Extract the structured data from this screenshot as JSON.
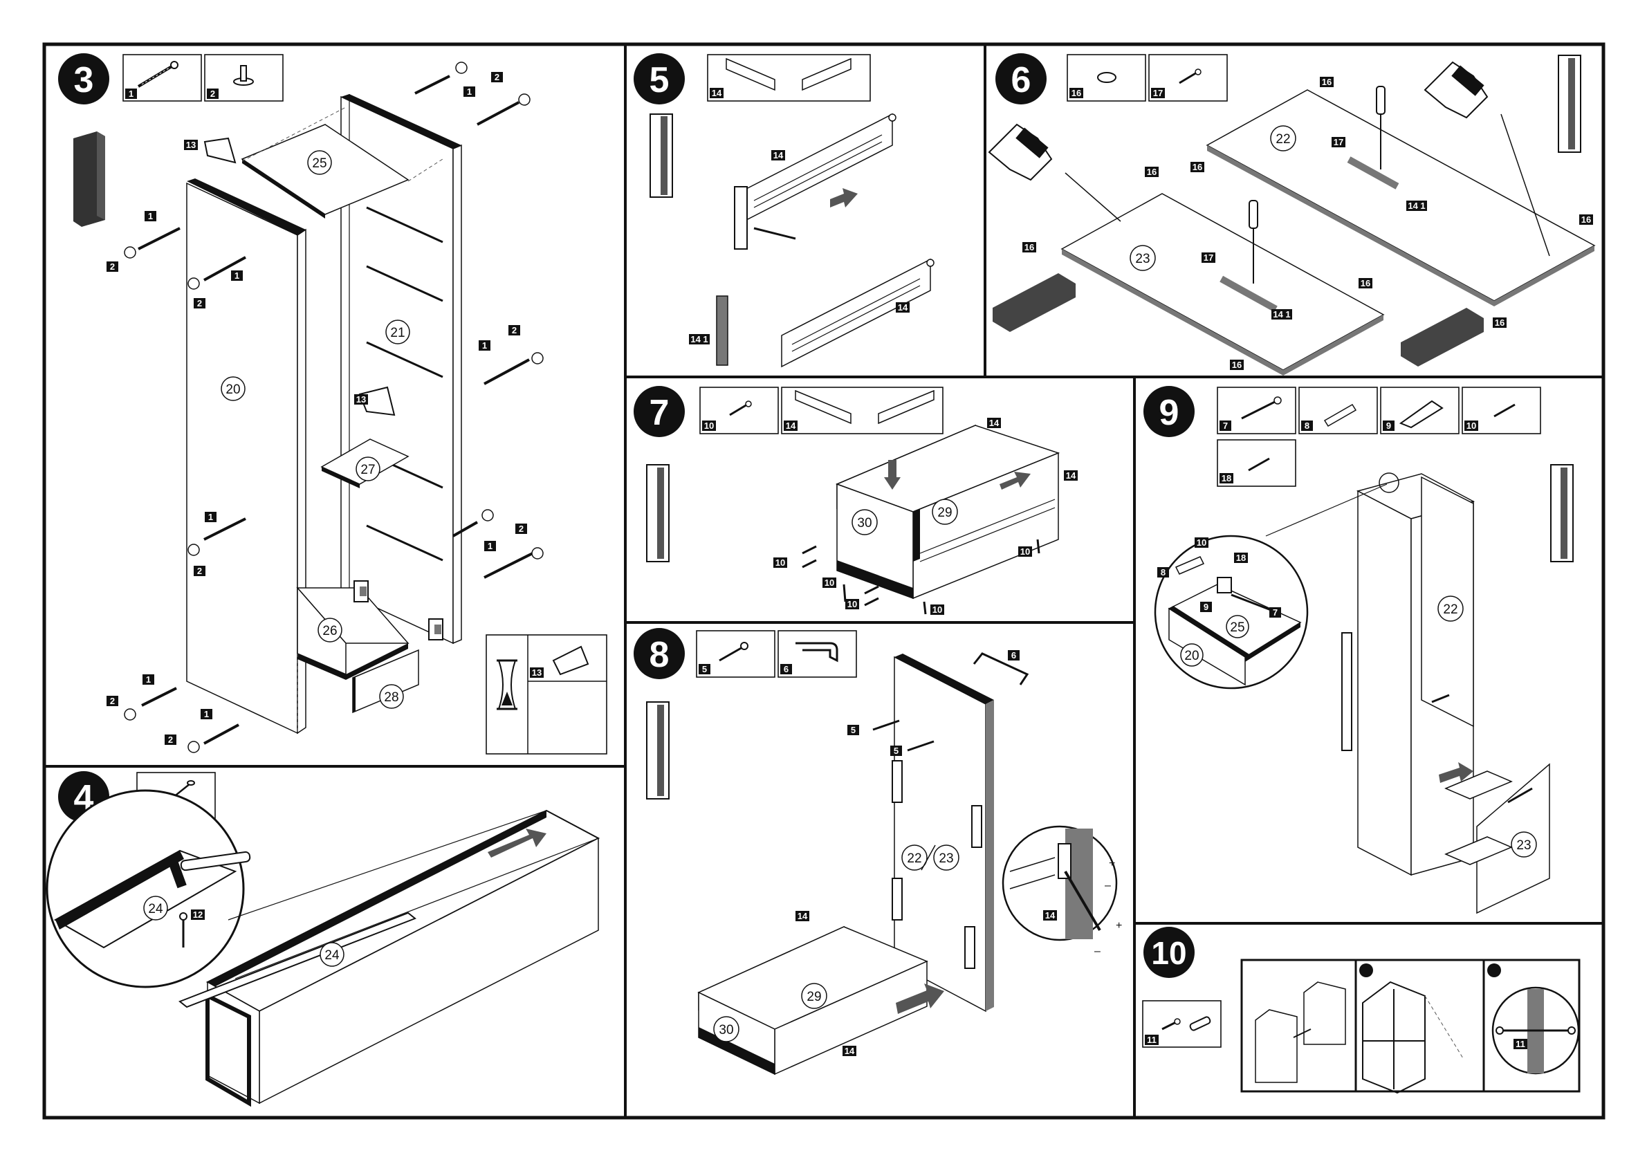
{
  "steps": [
    {
      "id": "s3",
      "number": "3"
    },
    {
      "id": "s4",
      "number": "4"
    },
    {
      "id": "s5",
      "number": "5"
    },
    {
      "id": "s6",
      "number": "6"
    },
    {
      "id": "s7",
      "number": "7"
    },
    {
      "id": "s8",
      "number": "8"
    },
    {
      "id": "s9",
      "number": "9"
    },
    {
      "id": "s10",
      "number": "10"
    }
  ],
  "hardware": {
    "s3": [
      "1",
      "2"
    ],
    "s4": [
      "12"
    ],
    "s5": [
      "14"
    ],
    "s6": [
      "16",
      "17"
    ],
    "s7": [
      "10",
      "14"
    ],
    "s8": [
      "5",
      "6"
    ],
    "s9": [
      "7",
      "8",
      "9",
      "10",
      "18"
    ],
    "s10": [
      "11"
    ],
    "glue": "13"
  },
  "panels": {
    "p20": "20",
    "p21": "21",
    "p22": "22",
    "p23": "23",
    "p24": "24",
    "p25": "25",
    "p26": "26",
    "p27": "27",
    "p28": "28",
    "p29": "29",
    "p30": "30",
    "p22_23": "22/23"
  },
  "labels": {
    "l1": "1",
    "l2": "2",
    "l5": "5",
    "l6": "6",
    "l7": "7",
    "l8": "8",
    "l9": "9",
    "l10": "10",
    "l11": "11",
    "l12": "12",
    "l13": "13",
    "l14": "14",
    "l14_1": "14 1",
    "l16": "16",
    "l17": "17",
    "l18": "18"
  },
  "symbols": {
    "plus": "+",
    "minus": "–"
  },
  "colors": {
    "ink": "#111111",
    "badge": "#111111",
    "grey": "#7a7a7a"
  }
}
